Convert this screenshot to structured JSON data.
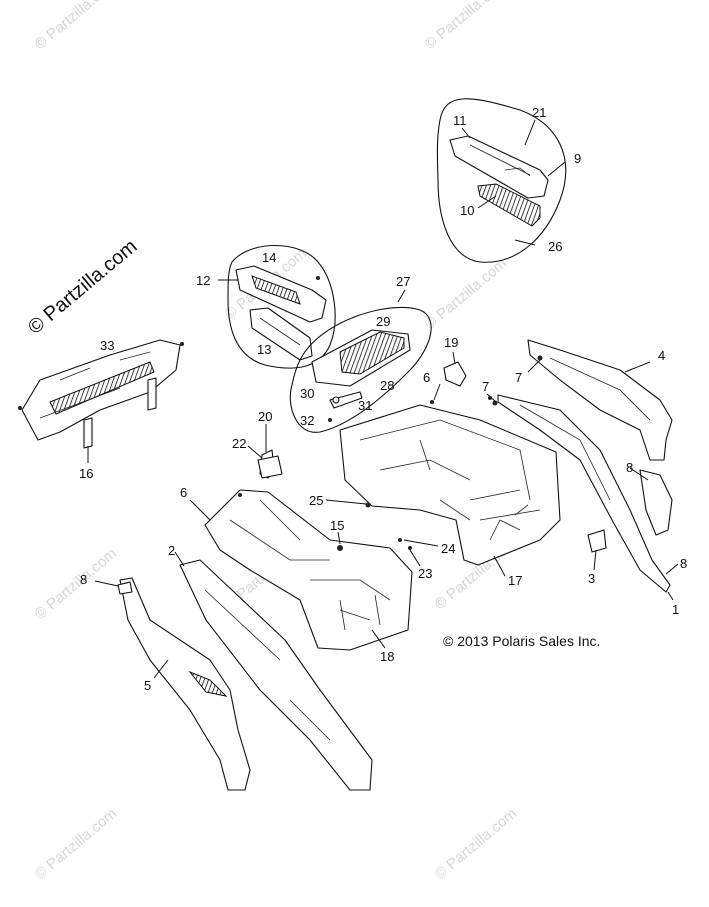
{
  "watermarks": [
    "© Partzilla.com",
    "© Partzilla.com",
    "© Partzilla.com",
    "© Partzilla.com",
    "© Partzilla.com",
    "© Partzilla.com",
    "© Partzilla.com",
    "© Partzilla.com",
    "© Partzilla.com",
    "© Partzilla.com"
  ],
  "copyright": "© 2013 Polaris Sales Inc.",
  "callouts": {
    "c21": "21",
    "c11": "11",
    "c9": "9",
    "c10": "10",
    "c26": "26",
    "c12": "12",
    "c14": "14",
    "c13": "13",
    "c27": "27",
    "c29": "29",
    "c28": "28",
    "c30": "30",
    "c31": "31",
    "c32": "32",
    "c33": "33",
    "c16": "16",
    "c19": "19",
    "c6a": "6",
    "c7a": "7",
    "c7b": "7",
    "c4": "4",
    "c20": "20",
    "c22": "22",
    "c6b": "6",
    "c25": "25",
    "c15": "15",
    "c24": "24",
    "c23": "23",
    "c17": "17",
    "c8a": "8",
    "c8b": "8",
    "c3": "3",
    "c1": "1",
    "c2": "2",
    "c8c": "8",
    "c5": "5",
    "c18": "18"
  },
  "colors": {
    "line": "#111111",
    "watermark": "#d6d6d6",
    "background": "#ffffff"
  }
}
